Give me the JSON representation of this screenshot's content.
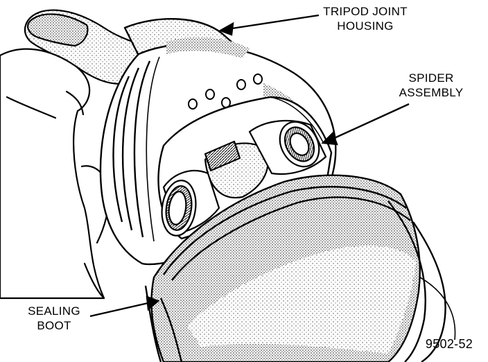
{
  "labels": {
    "tripod_joint_housing": {
      "line1": "TRIPOD JOINT",
      "line2": "HOUSING"
    },
    "spider_assembly": {
      "line1": "SPIDER",
      "line2": "ASSEMBLY"
    },
    "sealing_boot": {
      "line1": "SEALING",
      "line2": "BOOT"
    }
  },
  "figure_number": "9502-52",
  "colors": {
    "ink": "#000000",
    "paper": "#ffffff"
  }
}
